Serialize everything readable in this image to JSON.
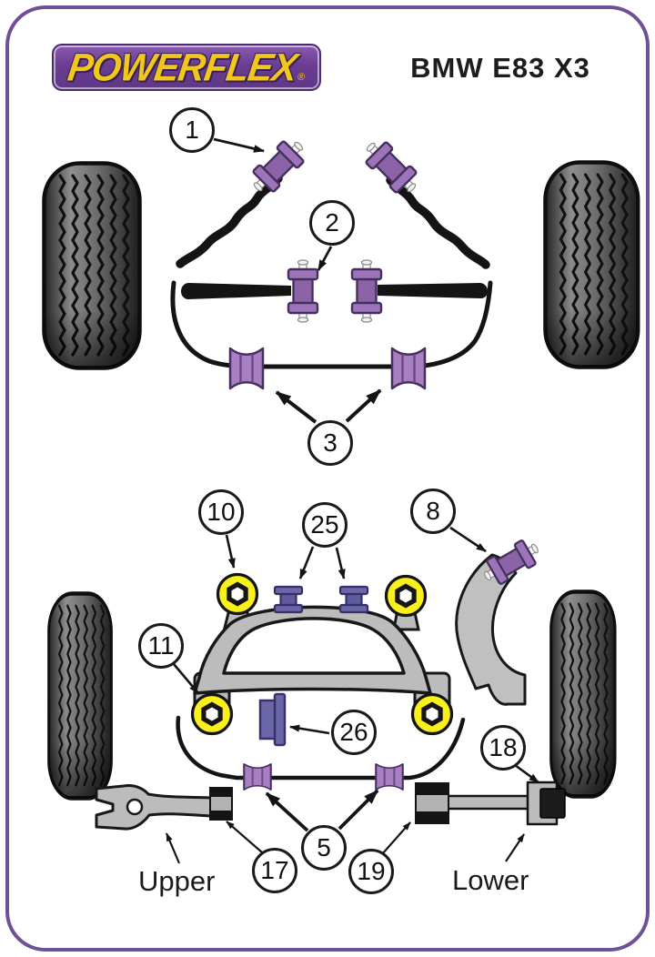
{
  "header": {
    "brand": "POWERFLEX",
    "registered_mark": "®",
    "title": "BMW E83 X3"
  },
  "labels": {
    "upper": "Upper",
    "lower": "Lower"
  },
  "callouts": {
    "c1": "1",
    "c2": "2",
    "c3": "3",
    "c5": "5",
    "c8": "8",
    "c10": "10",
    "c11": "11",
    "c17": "17",
    "c18": "18",
    "c19": "19",
    "c25": "25",
    "c26": "26"
  },
  "colors": {
    "page_border": "#6f4f96",
    "logo_background": "#6a3d92",
    "logo_text": "#f2c71d",
    "bushing_purple": "#9d74ba",
    "bushing_indigo": "#6b66a8",
    "bushing_yellow": "#f8ef1b",
    "metal_gray": "#bcbcbc",
    "outline_black": "#141414"
  }
}
